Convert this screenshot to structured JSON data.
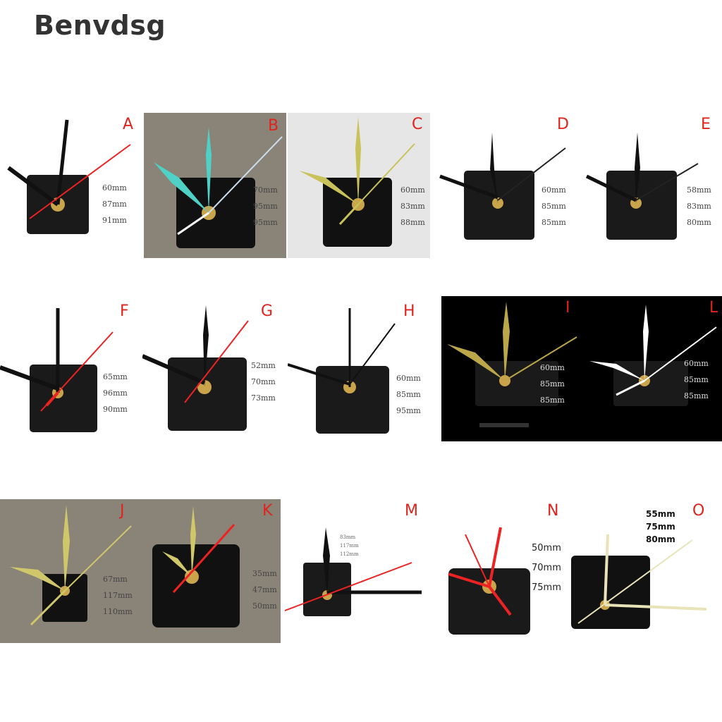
{
  "brand": "Benvdsg",
  "items": [
    {
      "letter": "A",
      "dims": [
        "60mm",
        "87mm",
        "91mm"
      ]
    },
    {
      "letter": "B",
      "dims": [
        "70mm",
        "95mm",
        "95mm"
      ]
    },
    {
      "letter": "C",
      "dims": [
        "60mm",
        "83mm",
        "88mm"
      ]
    },
    {
      "letter": "D",
      "dims": [
        "60mm",
        "85mm",
        "85mm"
      ]
    },
    {
      "letter": "E",
      "dims": [
        "58mm",
        "83mm",
        "80mm"
      ]
    },
    {
      "letter": "F",
      "dims": [
        "65mm",
        "96mm",
        "90mm"
      ]
    },
    {
      "letter": "G",
      "dims": [
        "52mm",
        "70mm",
        "73mm"
      ]
    },
    {
      "letter": "H",
      "dims": [
        "60mm",
        "85mm",
        "95mm"
      ]
    },
    {
      "letter": "I",
      "dims": [
        "60mm",
        "85mm",
        "85mm"
      ]
    },
    {
      "letter": "L",
      "dims": [
        "60mm",
        "85mm",
        "85mm"
      ]
    },
    {
      "letter": "J",
      "dims": [
        "67mm",
        "117mm",
        "110mm"
      ]
    },
    {
      "letter": "K",
      "dims": [
        "35mm",
        "47mm",
        "50mm"
      ]
    },
    {
      "letter": "M",
      "dims": [
        "83mm",
        "117mm",
        "112mm"
      ]
    },
    {
      "letter": "N",
      "dims": [
        "50mm",
        "70mm",
        "75mm"
      ]
    },
    {
      "letter": "O",
      "dims": [
        "55mm",
        "75mm",
        "80mm"
      ]
    }
  ]
}
